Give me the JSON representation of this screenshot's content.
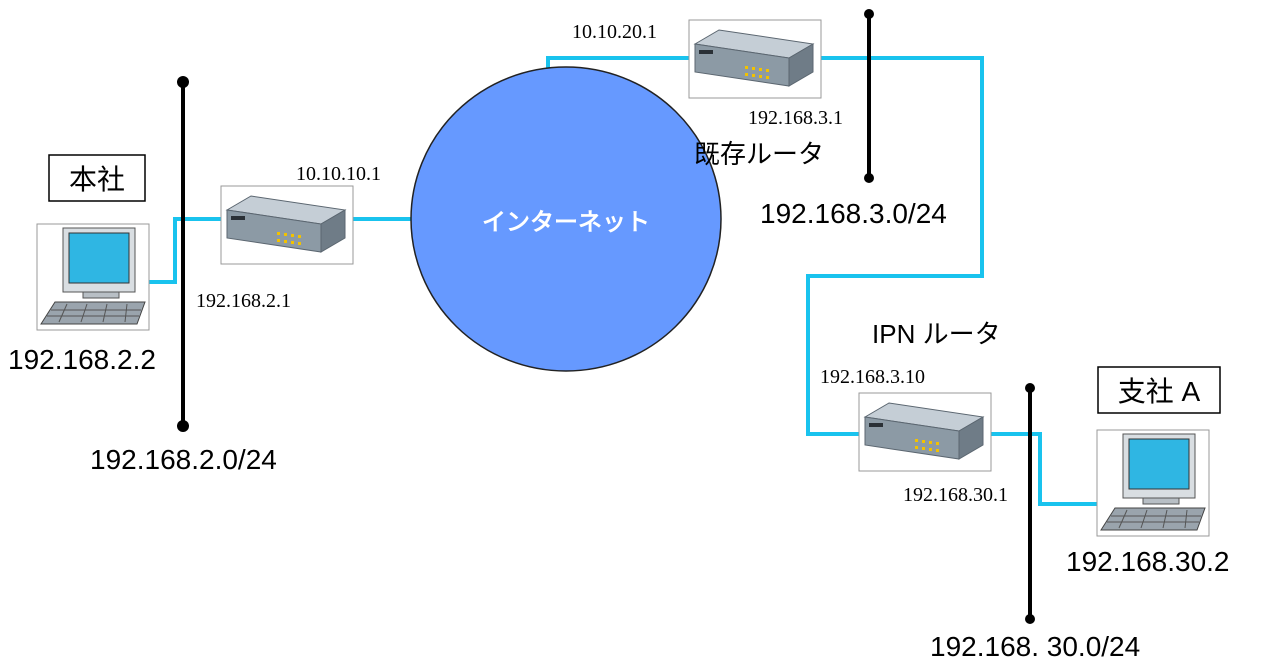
{
  "colors": {
    "link": "#19c3ee",
    "internet_fill": "#6699ff",
    "segment": "#000000",
    "router_body": "#8c9aa5"
  },
  "labels": {
    "honsha": "本社",
    "shisha_a": "支社 A",
    "internet": "インターネット",
    "existing_router": "既存ルータ",
    "ipn_router": "IPN ルータ"
  },
  "addresses": {
    "pc_honsha": "192.168.2.2",
    "net_honsha": "192.168.2.0/24",
    "router_honsha_wan": "10.10.10.1",
    "router_honsha_lan": "192.168.2.1",
    "existing_router_wan": "10.10.20.1",
    "existing_router_lan": "192.168.3.1",
    "net_existing": "192.168.3.0/24",
    "ipn_router_wan": "192.168.3.10",
    "ipn_router_lan": "192.168.30.1",
    "pc_shisha": "192.168.30.2",
    "net_shisha": "192.168. 30.0/24"
  },
  "icons": {
    "pc": "desktop-computer-icon",
    "router": "router-icon",
    "internet": "internet-cloud-icon"
  }
}
